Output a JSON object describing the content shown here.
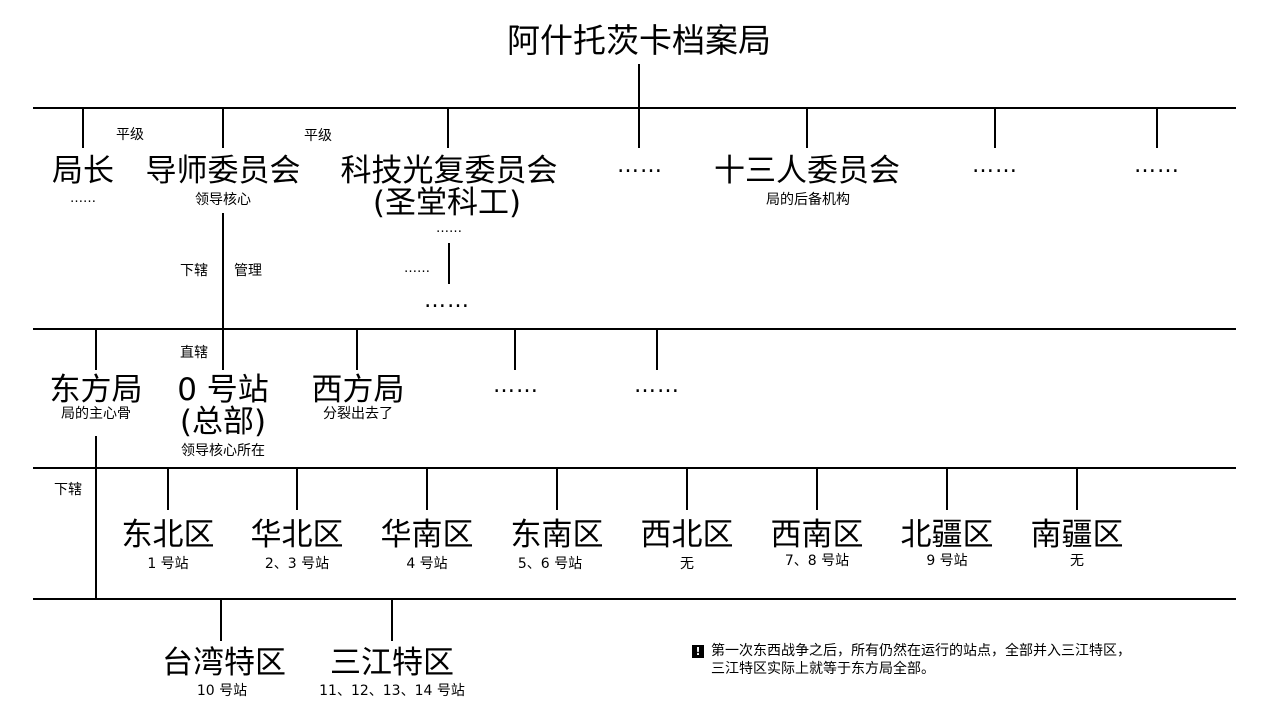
{
  "title": "阿什托茨卡档案局",
  "level1": {
    "director": {
      "name": "局长",
      "sub": "……"
    },
    "peer_label_1": "平级",
    "mentor_committee": {
      "name": "导师委员会",
      "sub": "领导核心"
    },
    "peer_label_2": "平级",
    "tech_committee": {
      "name": "科技光复委员会",
      "alias": "(圣堂科工)",
      "sub": "……"
    },
    "tech_sub_left": "……",
    "tech_sub_bottom": "……",
    "dots_1": "……",
    "thirteen": {
      "name": "十三人委员会",
      "sub": "局的后备机构"
    },
    "dots_2": "……",
    "dots_3": "……",
    "link_under": "下辖",
    "link_manage": "管理"
  },
  "level2": {
    "direct_label": "直辖",
    "east_bureau": {
      "name": "东方局",
      "sub": "局的主心骨"
    },
    "station0": {
      "name": "0 号站",
      "alias": "(总部)",
      "sub": "领导核心所在"
    },
    "west_bureau": {
      "name": "西方局",
      "sub": "分裂出去了"
    },
    "dots_1": "……",
    "dots_2": "……"
  },
  "level3": {
    "under_label": "下辖",
    "regions": [
      {
        "name": "东北区",
        "sub": "1 号站"
      },
      {
        "name": "华北区",
        "sub": "2、3 号站"
      },
      {
        "name": "华南区",
        "sub": "4 号站"
      },
      {
        "name": "东南区",
        "sub": "5、6 号站"
      },
      {
        "name": "西北区",
        "sub": "无"
      },
      {
        "name": "西南区",
        "sub": "7、8 号站"
      },
      {
        "name": "北疆区",
        "sub": "9 号站"
      },
      {
        "name": "南疆区",
        "sub": "无"
      }
    ]
  },
  "level4": {
    "special": [
      {
        "name": "台湾特区",
        "sub": "10 号站"
      },
      {
        "name": "三江特区",
        "sub": "11、12、13、14 号站"
      }
    ]
  },
  "note": {
    "icon": "warning-icon",
    "line1": "第一次东西战争之后，所有仍然在运行的站点，全部并入三江特区，",
    "line2": "三江特区实际上就等于东方局全部。"
  }
}
